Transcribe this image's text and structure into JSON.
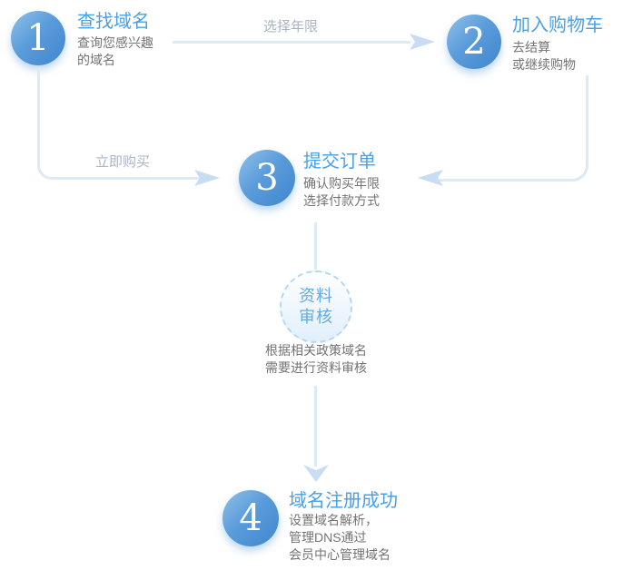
{
  "diagram_title": "domain-registration-flow",
  "steps": [
    {
      "number": "1",
      "title": "查找域名",
      "desc_lines": [
        "查询您感兴趣",
        "的域名"
      ]
    },
    {
      "number": "2",
      "title": "加入购物车",
      "desc_lines": [
        "去结算",
        "或继续购物"
      ]
    },
    {
      "number": "3",
      "title": "提交订单",
      "desc_lines": [
        "确认购买年限",
        "选择付款方式"
      ]
    },
    {
      "number": "4",
      "title": "域名注册成功",
      "desc_lines": [
        "设置域名解析，",
        "管理DNS通过",
        "会员中心管理域名"
      ]
    }
  ],
  "connectors": {
    "select_years_label": "选择年限",
    "buy_now_label": "立即购买"
  },
  "review": {
    "badge_lines": [
      "资料",
      "审核"
    ],
    "desc_lines": [
      "根据相关政策域名",
      "需要进行资料审核"
    ]
  },
  "colors": {
    "title_blue": "#4aa0e4",
    "circle_gradient_start": "#90c1ea",
    "circle_gradient_end": "#3f86ce",
    "line": "#dce9f7",
    "arrowhead": "#c8ddf3",
    "flow_label_gray": "#a8b4c4",
    "desc_gray": "#737373",
    "review_text_blue": "#63aae4",
    "review_dash_border": "#b5d7f2"
  }
}
